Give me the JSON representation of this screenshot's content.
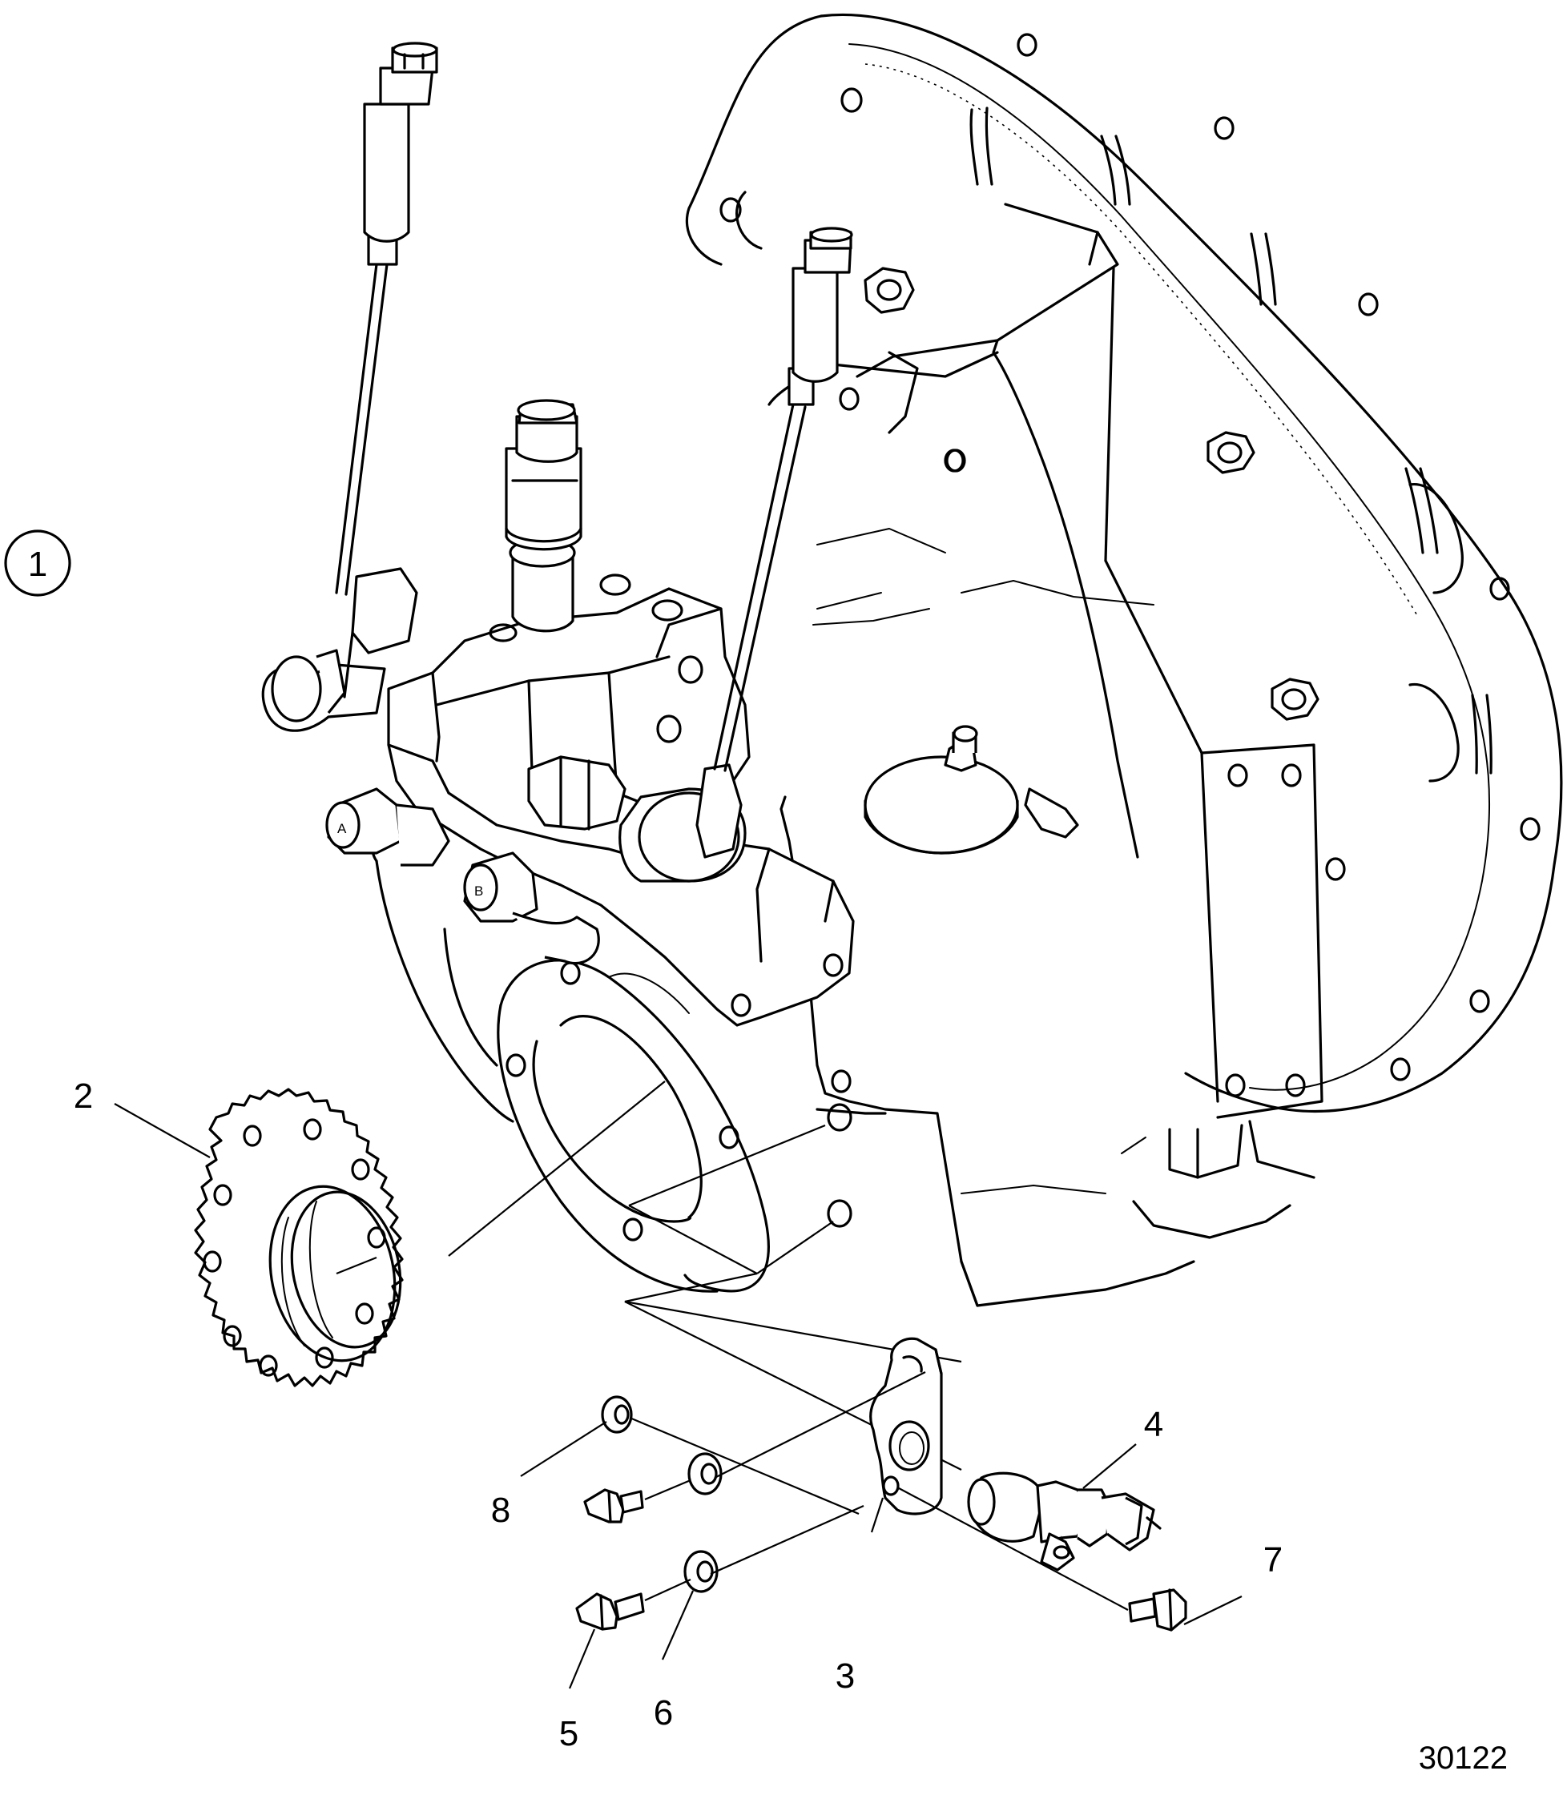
{
  "figure_number": "1",
  "part_labels": {
    "p2": "2",
    "p3": "3",
    "p4": "4",
    "p5": "5",
    "p6": "6",
    "p7": "7",
    "p8": "8"
  },
  "port_marks": {
    "a": "A",
    "b": "B"
  },
  "reference_number": "30122"
}
